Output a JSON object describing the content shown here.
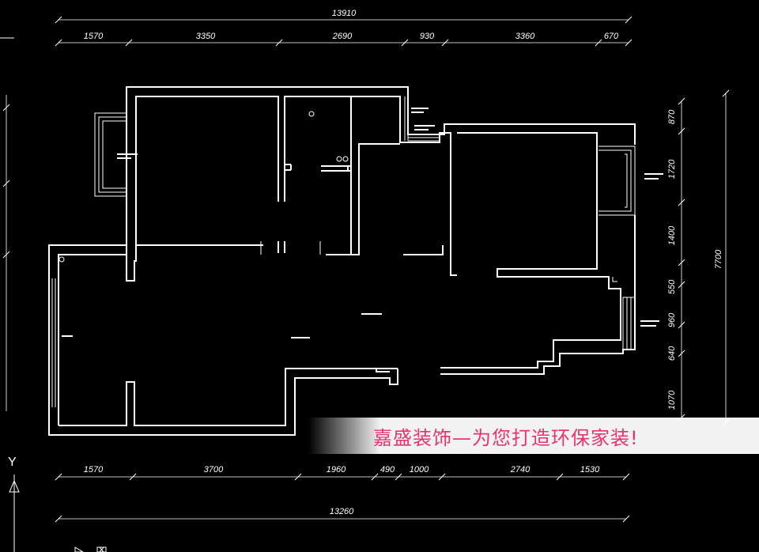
{
  "plan": {
    "top_total": "13910",
    "top_segments": [
      "1570",
      "3350",
      "2690",
      "930",
      "3360",
      "670"
    ],
    "bottom_segments": [
      "1570",
      "3700",
      "1960",
      "490",
      "1000",
      "2740",
      "1530"
    ],
    "bottom_total": "13260",
    "right_segments": [
      "870",
      "1720",
      "1400",
      "550",
      "960",
      "640",
      "1070"
    ],
    "right_total": "7700",
    "axis_y_label": "Y"
  },
  "banner": {
    "text": "嘉盛装饰—为您打造环保家装!",
    "text_color": "#e8336f"
  },
  "colors": {
    "background": "#000000",
    "lines": "#ffffff"
  }
}
